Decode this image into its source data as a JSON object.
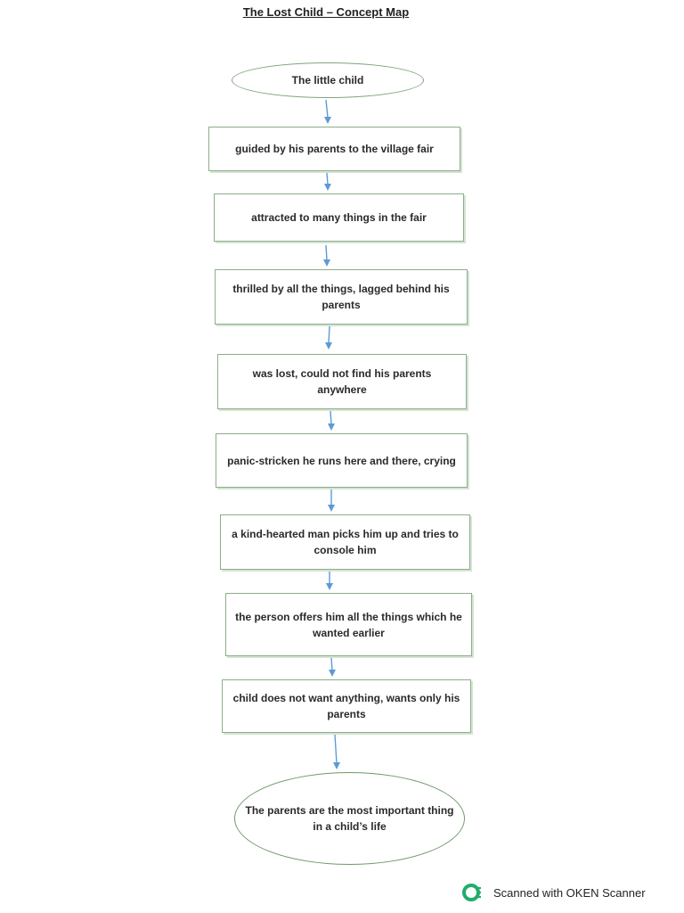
{
  "title": "The Lost Child – Concept Map",
  "nodes": [
    {
      "id": "n0",
      "shape": "ellipse",
      "text": "The little child"
    },
    {
      "id": "n1",
      "shape": "rect",
      "text": "guided by his parents to the village fair"
    },
    {
      "id": "n2",
      "shape": "rect",
      "text": "attracted to many things in the fair"
    },
    {
      "id": "n3",
      "shape": "rect",
      "text": "thrilled by all the things, lagged behind his parents"
    },
    {
      "id": "n4",
      "shape": "rect",
      "text": "was lost, could not find his parents anywhere"
    },
    {
      "id": "n5",
      "shape": "rect",
      "text": "panic-stricken he runs here and there, crying"
    },
    {
      "id": "n6",
      "shape": "rect",
      "text": "a kind-hearted man picks him up and tries to console him"
    },
    {
      "id": "n7",
      "shape": "rect",
      "text": "the person offers him all the things which he wanted earlier"
    },
    {
      "id": "n8",
      "shape": "rect",
      "text": "child does not want anything, wants only his parents"
    },
    {
      "id": "n9",
      "shape": "ellipse",
      "text": "The parents are the most important thing in a child’s life"
    }
  ],
  "edges": [
    {
      "from": "n0",
      "to": "n1"
    },
    {
      "from": "n1",
      "to": "n2"
    },
    {
      "from": "n2",
      "to": "n3"
    },
    {
      "from": "n3",
      "to": "n4"
    },
    {
      "from": "n4",
      "to": "n5"
    },
    {
      "from": "n5",
      "to": "n6"
    },
    {
      "from": "n6",
      "to": "n7"
    },
    {
      "from": "n7",
      "to": "n8"
    },
    {
      "from": "n8",
      "to": "n9"
    }
  ],
  "watermark": {
    "text": "Scanned with OKEN Scanner",
    "icon": "oken-scanner-logo",
    "color": "#1fae6a"
  },
  "colors": {
    "box_border": "#8cad8a",
    "arrow": "#5b9bd5"
  }
}
